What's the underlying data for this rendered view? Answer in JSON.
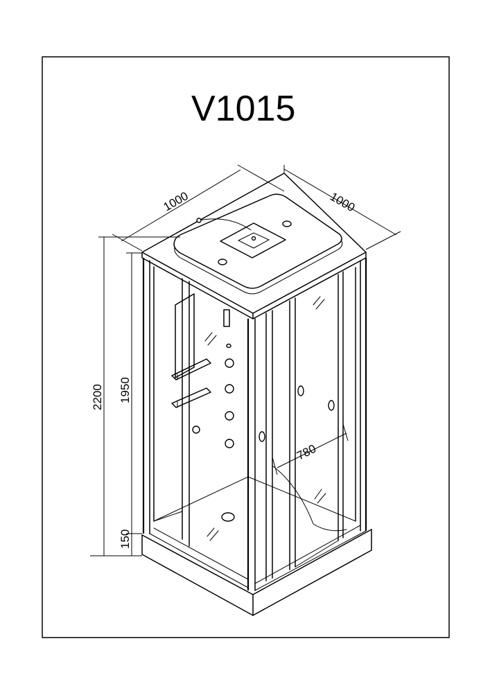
{
  "model": "V1015",
  "dimensions": {
    "width_left": "1000",
    "width_right": "1000",
    "total_height": "2200",
    "cabin_height": "1950",
    "tray_height": "150",
    "door_opening": "780"
  }
}
